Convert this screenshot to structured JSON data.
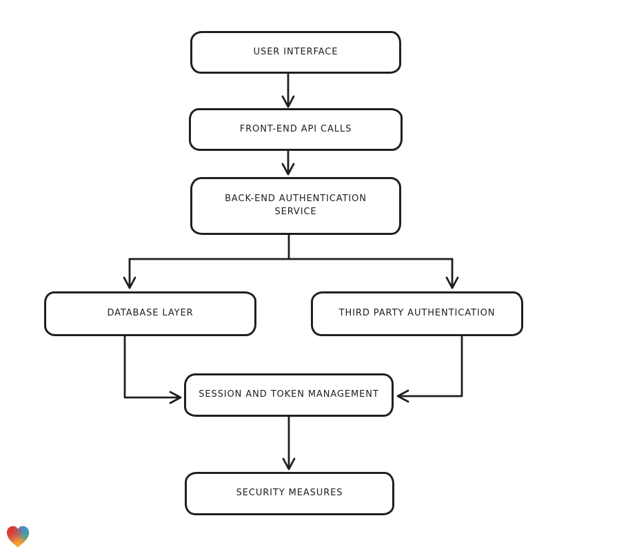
{
  "page": {
    "background_color": "#ffffff"
  },
  "diagram": {
    "type": "flowchart",
    "style": "hand-drawn",
    "stroke_color": "#1f1f1f",
    "node_fill_color": "#ffffff",
    "nodes": [
      {
        "id": "user-interface",
        "label": "USER INTERFACE"
      },
      {
        "id": "front-end-api-calls",
        "label": "FRONT-END API CALLS"
      },
      {
        "id": "back-end-authentication-service",
        "label": "BACK-END AUTHENTICATION SERVICE"
      },
      {
        "id": "database-layer",
        "label": "DATABASE LAYER"
      },
      {
        "id": "third-party-authentication",
        "label": "THIRD PARTY AUTHENTICATION"
      },
      {
        "id": "session-and-token-management",
        "label": "SESSION AND TOKEN MANAGEMENT"
      },
      {
        "id": "security-measures",
        "label": "SECURITY MEASURES"
      }
    ],
    "edges": [
      {
        "from": "user-interface",
        "to": "front-end-api-calls"
      },
      {
        "from": "front-end-api-calls",
        "to": "back-end-authentication-service"
      },
      {
        "from": "back-end-authentication-service",
        "to": "database-layer"
      },
      {
        "from": "back-end-authentication-service",
        "to": "third-party-authentication"
      },
      {
        "from": "database-layer",
        "to": "session-and-token-management"
      },
      {
        "from": "third-party-authentication",
        "to": "session-and-token-management"
      },
      {
        "from": "session-and-token-management",
        "to": "security-measures"
      }
    ]
  },
  "branding": {
    "logo": "gradient-heart-logo",
    "logo_colors": {
      "red": "#e23227",
      "blue": "#2d9bd5",
      "green": "#2fae85",
      "orange": "#f6a02c"
    }
  }
}
